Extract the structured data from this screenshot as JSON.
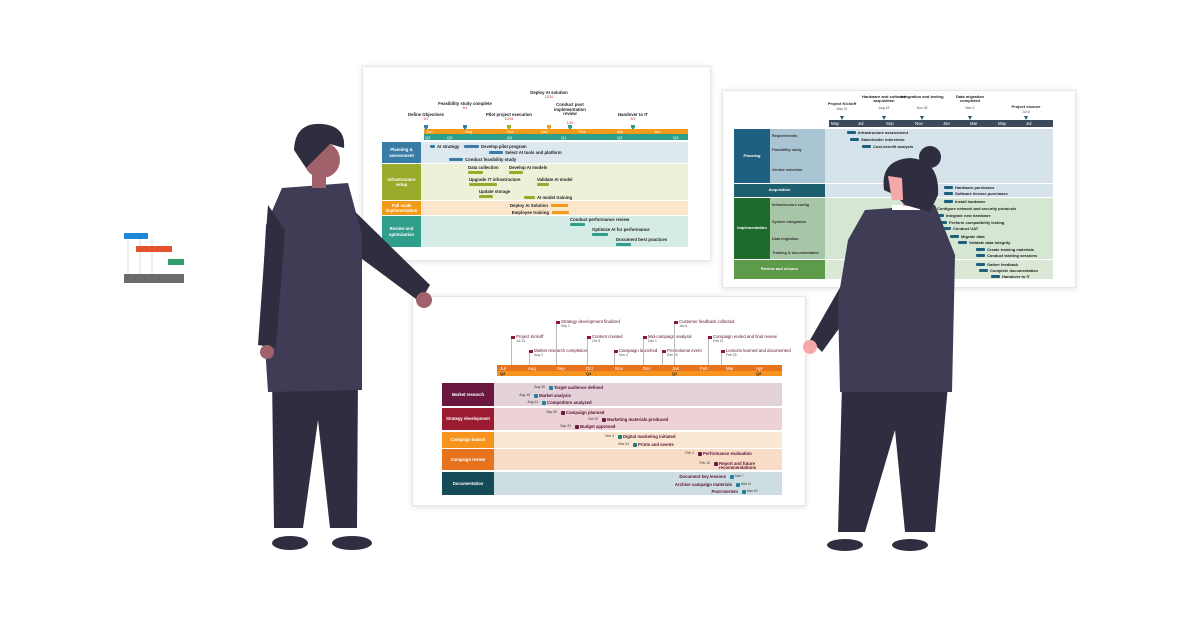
{
  "logo": {
    "colors": [
      "#1e88d6",
      "#e5532e",
      "#2e9e6e",
      "#6b6b6b"
    ]
  },
  "chart1": {
    "months": [
      "Jun",
      "Aug",
      "Oct",
      "Dec",
      "Feb",
      "Apr",
      "Jun"
    ],
    "quarters": [
      "Q2",
      "Q3",
      "Q4",
      "Q1",
      "Q2",
      "Q3"
    ],
    "milestones": [
      {
        "label": "Define Objectives",
        "date": "6/1"
      },
      {
        "label": "Feasibility study complete",
        "date": "8/1"
      },
      {
        "label": "Pilot project execution",
        "date": "10/15"
      },
      {
        "label": "Deploy AI solution",
        "date": "12/20"
      },
      {
        "label": "Conduct post implementation review",
        "date": "1/15"
      },
      {
        "label": "Handover to IT",
        "date": "5/1"
      }
    ],
    "groups": [
      {
        "label": "Planning & assessment",
        "color": "#3a7ca5",
        "bg": "#dde8ef"
      },
      {
        "label": "Infrastructure setup",
        "color": "#9aab2b",
        "bg": "#edf1d8"
      },
      {
        "label": "Full scale implementation",
        "color": "#f39a1a",
        "bg": "#fbe6cc"
      },
      {
        "label": "Review and optimization",
        "color": "#2f9e8a",
        "bg": "#d5ece6"
      }
    ],
    "tasks": [
      {
        "label": "AI strategy"
      },
      {
        "label": "Develop pilot program"
      },
      {
        "label": "Select AI tools and platform"
      },
      {
        "label": "Conduct feasibility study"
      },
      {
        "label": "Data collection"
      },
      {
        "label": "Develop AI models"
      },
      {
        "label": "Upgrade IT infrastructure"
      },
      {
        "label": "Validate AI model"
      },
      {
        "label": "Update storage"
      },
      {
        "label": "AI model training"
      },
      {
        "label": "Deploy AI Solution"
      },
      {
        "label": "Employee training"
      },
      {
        "label": "Conduct performance review"
      },
      {
        "label": "Optimize AI for performance"
      },
      {
        "label": "Document best practices"
      }
    ]
  },
  "chart2": {
    "months": [
      "May",
      "Jul",
      "Sep",
      "Nov",
      "Jan",
      "Mar",
      "May",
      "Jul"
    ],
    "milestones": [
      {
        "label": "Project Kickoff",
        "date": "May 31"
      },
      {
        "label": "Hardware and software acquisition",
        "date": "Aug 18"
      },
      {
        "label": "Integration and testing",
        "date": "Nov 28"
      },
      {
        "label": "Data migration completed",
        "date": "Mar 5"
      },
      {
        "label": "Project closure",
        "date": "Jul 6"
      }
    ],
    "groups": [
      {
        "label": "Planning",
        "color": "#1f5f7f",
        "sub": "#a9c4d3",
        "bg": "#d6e3ea"
      },
      {
        "label": "Acquisition",
        "color": "#1d5f6e",
        "sub": "#1d5f6e",
        "bg": "#d6e3ea"
      },
      {
        "label": "Implementation",
        "color": "#1e6b2c",
        "sub": "#a7c6a8",
        "bg": "#d5e6d2"
      },
      {
        "label": "Review and closure",
        "color": "#5d9a49",
        "sub": "#5d9a49",
        "bg": "#dbe8d5"
      }
    ],
    "subgroups": [
      "Requirements",
      "Feasibility study",
      "Vendor selection",
      "Infrastructure config",
      "System integration",
      "Data migration",
      "Training & documentation"
    ],
    "tasks": [
      {
        "label": "Infrastructure assessment"
      },
      {
        "label": "Stakeholder interviews"
      },
      {
        "label": "Cost-benefit analysis"
      },
      {
        "label": "Hardware purchases"
      },
      {
        "label": "Software license purchases"
      },
      {
        "label": "Install hardware"
      },
      {
        "label": "Configure network and security protocols"
      },
      {
        "label": "Integrate new hardware"
      },
      {
        "label": "Perform compatibility testing"
      },
      {
        "label": "Conduct UAT"
      },
      {
        "label": "Migrate data"
      },
      {
        "label": "Validate data integrity"
      },
      {
        "label": "Create training materials"
      },
      {
        "label": "Conduct training sessions"
      },
      {
        "label": "Gather feedback"
      },
      {
        "label": "Complete documentation"
      },
      {
        "label": "Handover to IT"
      }
    ]
  },
  "chart3": {
    "months": [
      "Jul",
      "Aug",
      "Sep",
      "Oct",
      "Nov",
      "Dec",
      "Jan",
      "Feb",
      "Mar",
      "Apr"
    ],
    "quarters": [
      "Q3",
      "Q4",
      "Q1",
      "Q2"
    ],
    "milestones": [
      {
        "label": "Project Kickoff",
        "date": "Jul 14"
      },
      {
        "label": "Market research completion",
        "date": "Aug 2"
      },
      {
        "label": "Strategy development finalized",
        "date": "Sep 1"
      },
      {
        "label": "Content created",
        "date": "Oct 6"
      },
      {
        "label": "Campaign launched",
        "date": "Nov 2"
      },
      {
        "label": "Mid-campaign analysis",
        "date": "Dec 1"
      },
      {
        "label": "Promotional event",
        "date": "Dec 20"
      },
      {
        "label": "Customer feedback collected",
        "date": "Jan 6"
      },
      {
        "label": "Campaign ended and final review",
        "date": "Feb 11"
      },
      {
        "label": "Lessons learned and documented",
        "date": "Feb 25"
      }
    ],
    "groups": [
      {
        "label": "Market research",
        "color": "#6b1840",
        "bg": "#e3d2da"
      },
      {
        "label": "Strategy development",
        "color": "#9b1b30",
        "bg": "#ecd2d6"
      },
      {
        "label": "Campaign launch",
        "color": "#f7941d",
        "bg": "#fbe8d3"
      },
      {
        "label": "Campaign review",
        "color": "#e8731f",
        "bg": "#f8dcc8"
      },
      {
        "label": "Documentation",
        "color": "#154a57",
        "bg": "#cddde2"
      }
    ],
    "tasks": [
      {
        "label": "Target audience defined",
        "date": "Aug 26"
      },
      {
        "label": "Market analysis",
        "date": "Aug 16"
      },
      {
        "label": "Competitors analyzed",
        "date": "Aug 11"
      },
      {
        "label": "Campaign planned",
        "date": "Sep 05"
      },
      {
        "label": "Marketing materials produced",
        "date": "Oct 22"
      },
      {
        "label": "Budget approved",
        "date": "Sep 20"
      },
      {
        "label": "Digital marketing initiated",
        "date": "Nov 3"
      },
      {
        "label": "Prints and events",
        "date": "Nov 24"
      },
      {
        "label": "Performance evaluation",
        "date": "Feb 1"
      },
      {
        "label": "Report and future recommendations",
        "date": "Feb 10"
      },
      {
        "label": "Document key lessons",
        "date": "Mar 7"
      },
      {
        "label": "Archive campaign materials",
        "date": "Mar 11"
      },
      {
        "label": "Post-mortem",
        "date": "Mar 20"
      }
    ]
  }
}
